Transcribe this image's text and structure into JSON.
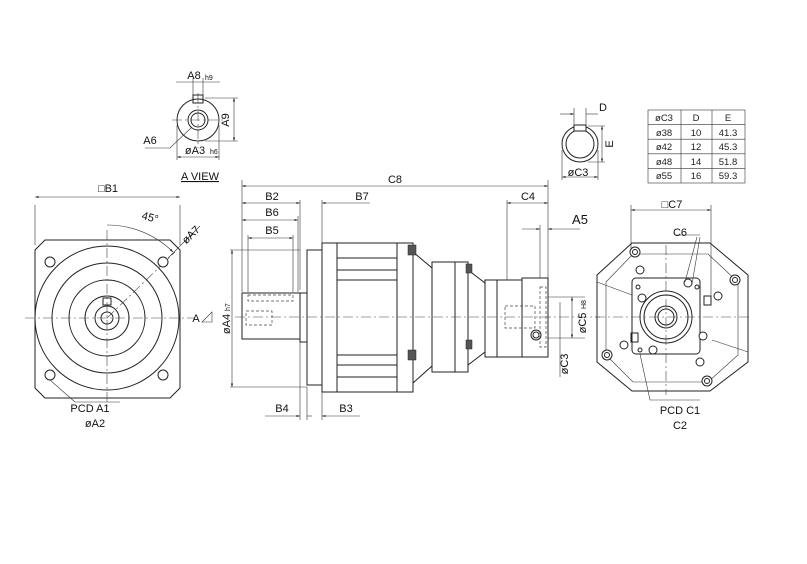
{
  "title_labels": {
    "a_view": "A VIEW",
    "a_marker": "A"
  },
  "front_view": {
    "b1": "□B1",
    "angle": "45°",
    "a7": "øA7",
    "pcd_a1": "PCD A1",
    "a2": "øA2"
  },
  "a_view": {
    "a8": "A8",
    "a8_tol": "h9",
    "a9": "A9",
    "a6": "A6",
    "a3": "øA3",
    "a3_tol": "h6"
  },
  "side_view": {
    "c8": "C8",
    "b2": "B2",
    "b7": "B7",
    "b6": "B6",
    "b5": "B5",
    "c4": "C4",
    "a5": "A5",
    "a4": "øA4",
    "a4_tol": "h7",
    "b4": "B4",
    "b3": "B3",
    "c5": "øC5",
    "c5_tol": "H8",
    "c3": "øC3"
  },
  "bore_section": {
    "d": "D",
    "e": "E",
    "c3": "øC3"
  },
  "bore_table": {
    "headers": [
      "øC3",
      "D",
      "E"
    ],
    "rows": [
      [
        "ø38",
        "10",
        "41.3"
      ],
      [
        "ø42",
        "12",
        "45.3"
      ],
      [
        "ø48",
        "14",
        "51.8"
      ],
      [
        "ø55",
        "16",
        "59.3"
      ]
    ]
  },
  "input_view": {
    "c7": "□C7",
    "c6": "C6",
    "pcd_c1": "PCD C1",
    "c2": "C2"
  }
}
